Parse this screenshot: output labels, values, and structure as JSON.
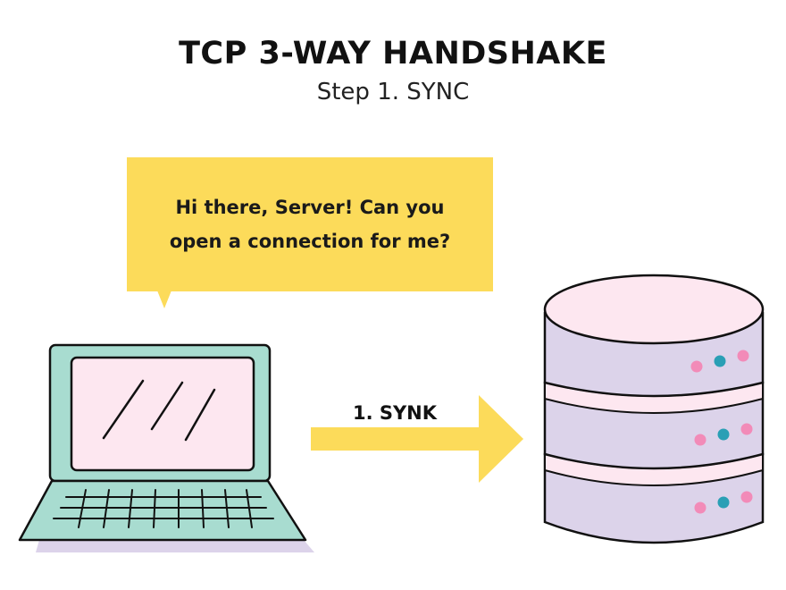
{
  "header": {
    "title": "TCP 3-WAY HANDSHAKE",
    "subtitle": "Step 1. SYNC"
  },
  "speech_bubble": {
    "line1": "Hi there, Server! Can you",
    "line2": "open a connection for me?"
  },
  "arrow": {
    "label": "1. SYNK"
  },
  "colors": {
    "bubble": "#fcdb5a",
    "arrow": "#fcdb5a",
    "laptop_body": "#a8dcd0",
    "laptop_screen": "#fde7f0",
    "server_body": "#dcd3ea",
    "server_top": "#fde7f0",
    "led_pink": "#f28bb8",
    "led_teal": "#2a9fb5"
  },
  "icons": [
    "laptop-icon",
    "server-icon",
    "arrow-right-icon"
  ]
}
